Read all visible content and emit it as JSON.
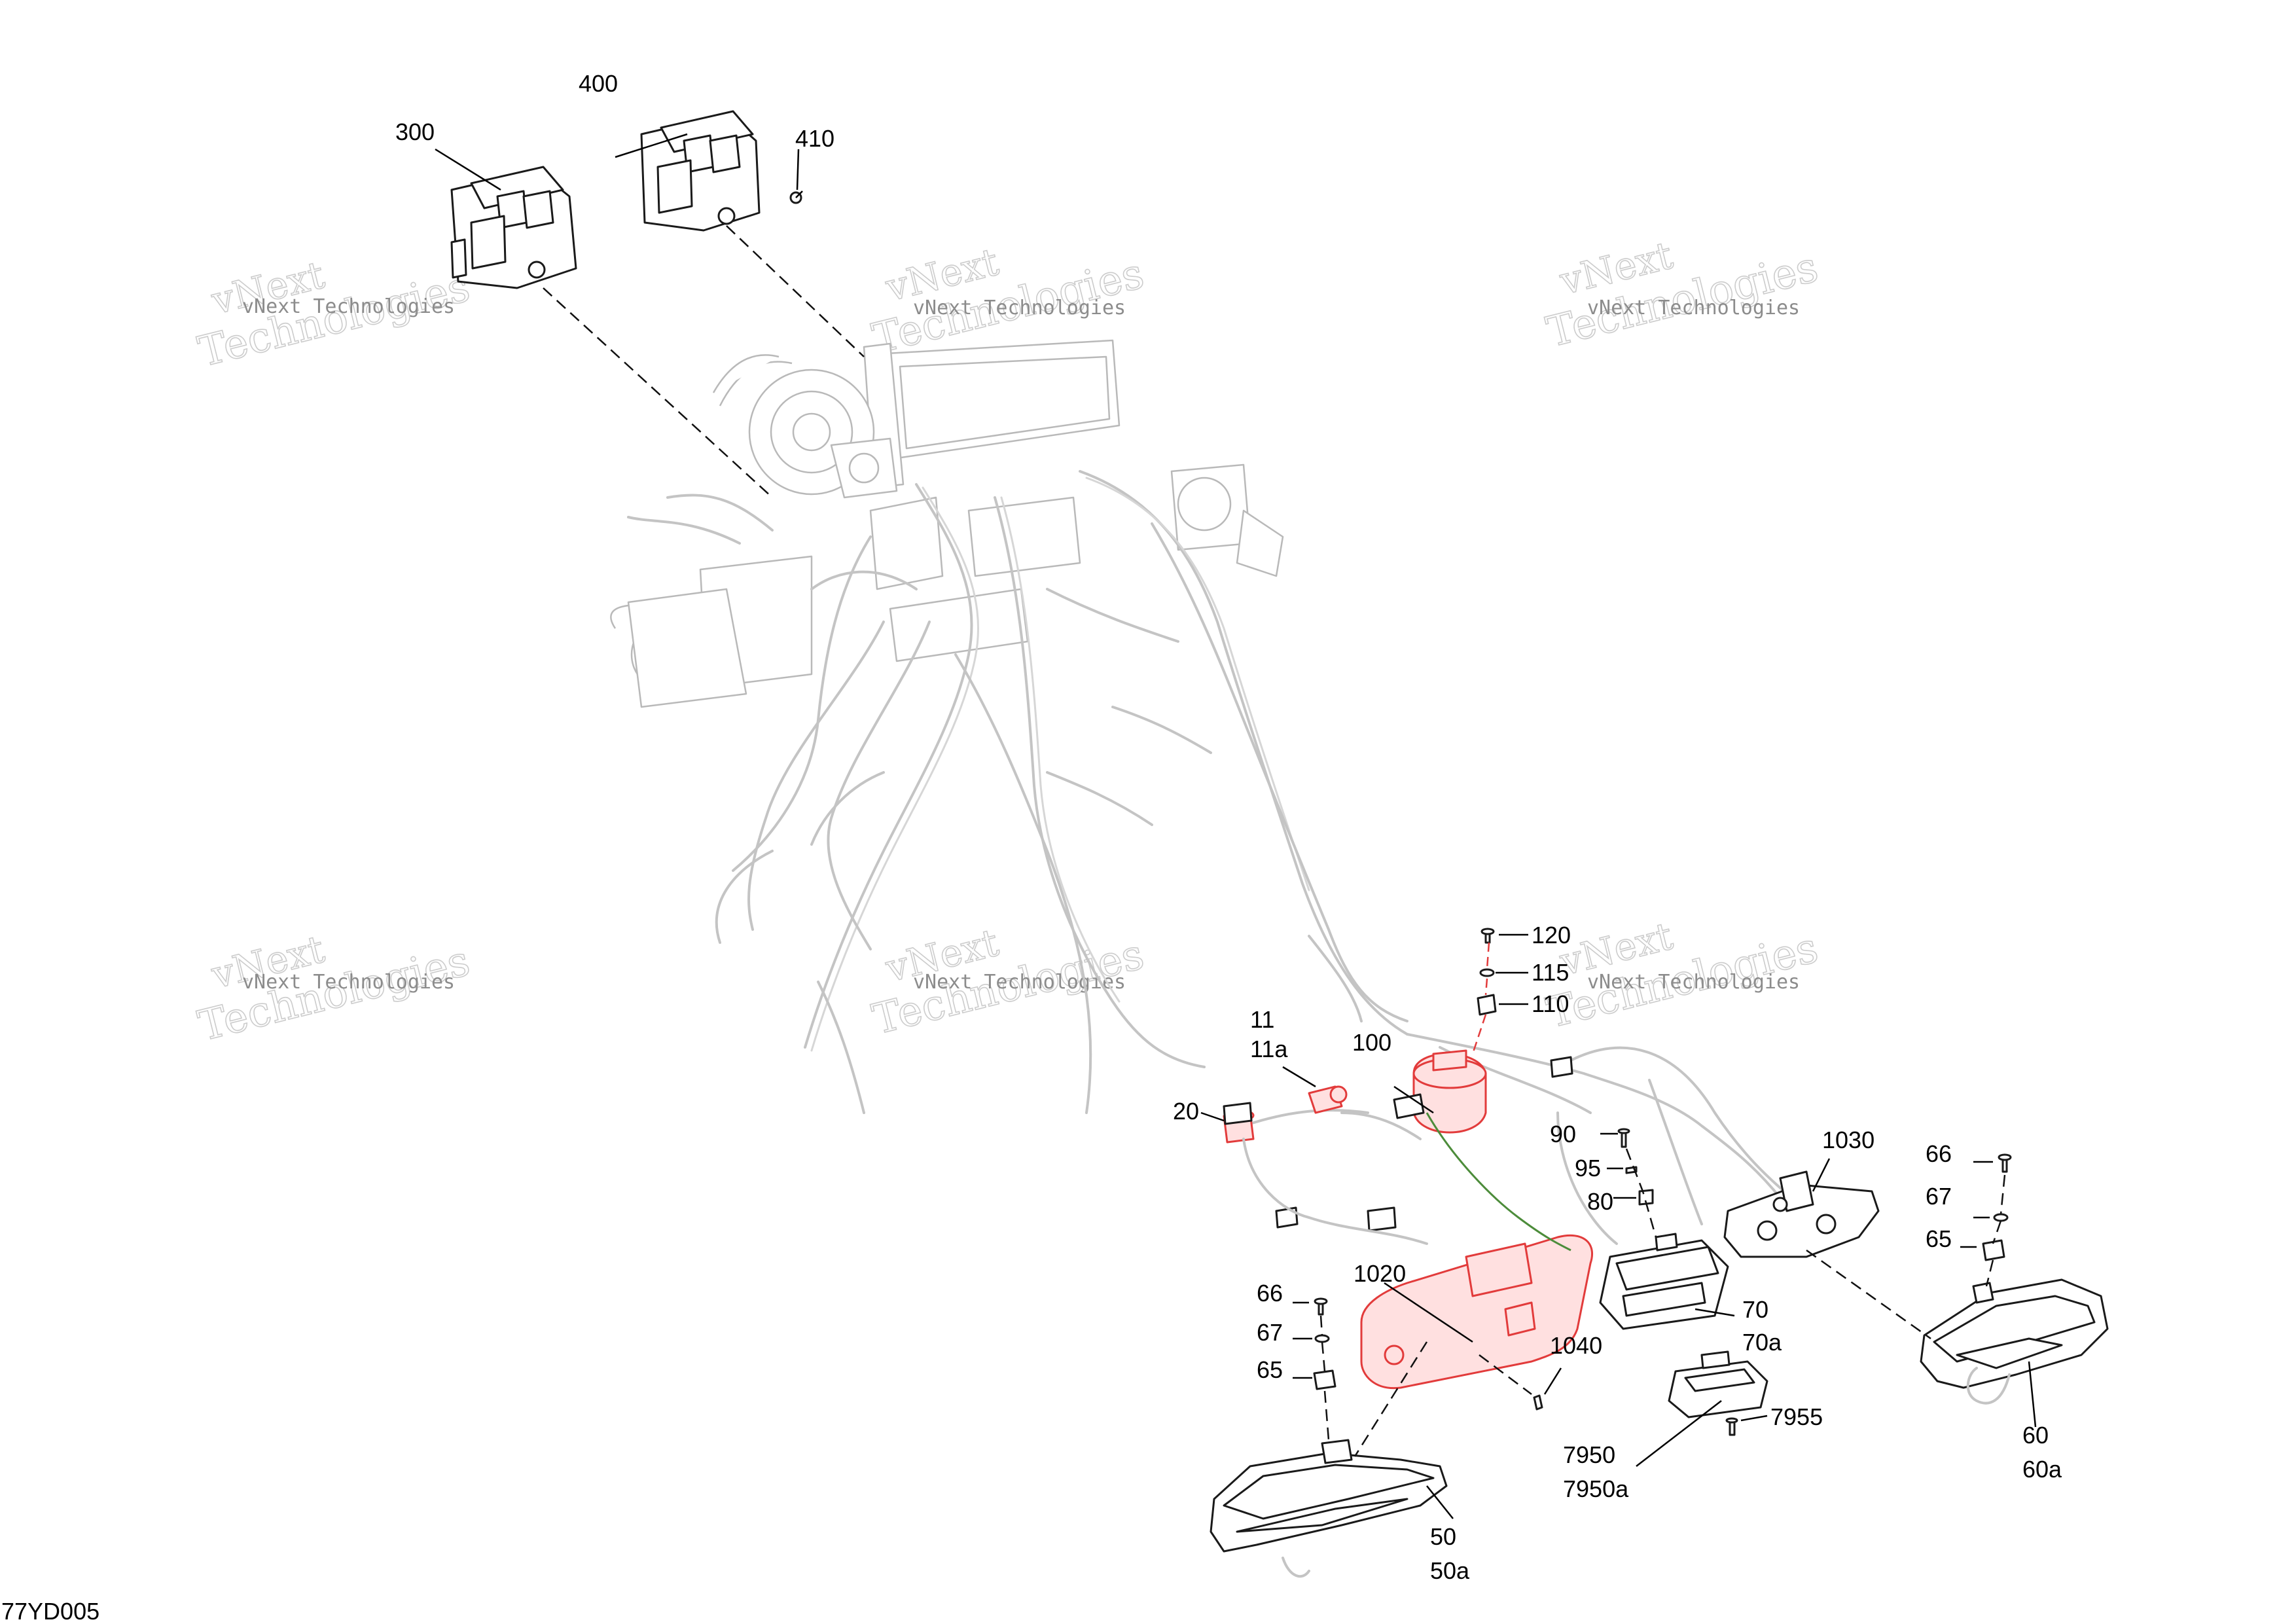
{
  "diagram_code": "77YD005",
  "watermark_text": "vNext Technologies",
  "callouts": {
    "c300": "300",
    "c400": "400",
    "c410": "410",
    "c120": "120",
    "c115": "115",
    "c110": "110",
    "c11": "11",
    "c11a": "11a",
    "c100": "100",
    "c20": "20",
    "c90": "90",
    "c95": "95",
    "c80": "80",
    "c1030": "1030",
    "c66_right": "66",
    "c67_right": "67",
    "c65_right": "65",
    "c66_left": "66",
    "c67_left": "67",
    "c65_left": "65",
    "c1020": "1020",
    "c1040": "1040",
    "c70": "70",
    "c70a": "70a",
    "c7955": "7955",
    "c7950": "7950",
    "c7950a": "7950a",
    "c60": "60",
    "c60a": "60a",
    "c50": "50",
    "c50a": "50a"
  },
  "colors": {
    "highlight": "#e23b3b",
    "line": "#1a1a1a",
    "harness": "#c4c4c4",
    "watermark": "#cccccc"
  }
}
